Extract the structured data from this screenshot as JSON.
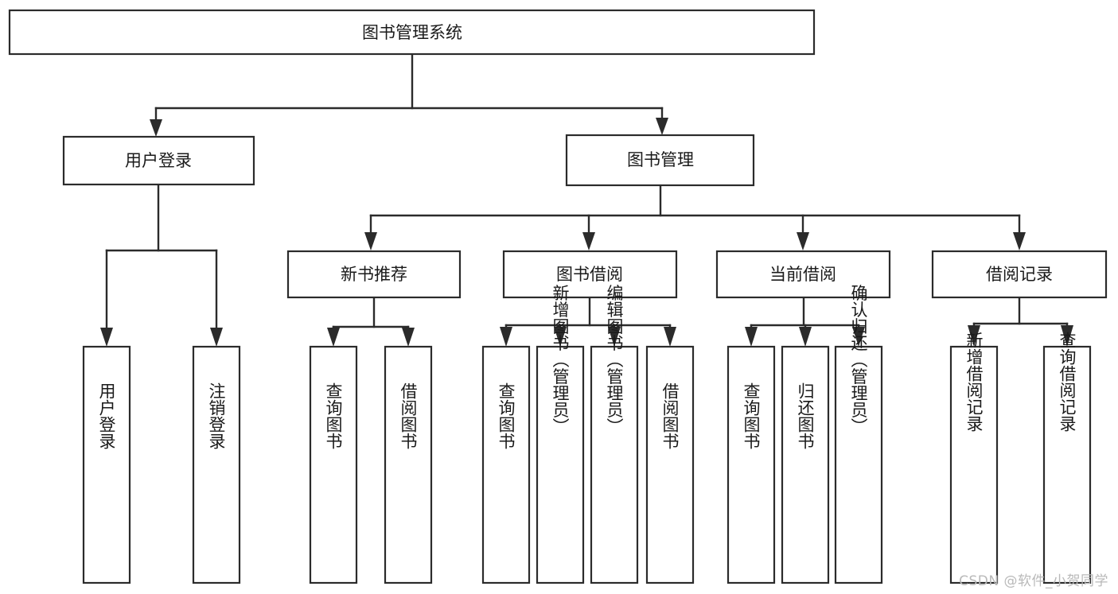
{
  "diagram": {
    "type": "hierarchy-tree",
    "title": "图书管理系统",
    "watermark": "CSDN @软件_小贺同学",
    "colors": {
      "box_stroke": "#2b2b2b",
      "box_fill": "#ffffff",
      "connector": "#2b2b2b",
      "text": "#1a1a1a",
      "watermark": "#b9b9b9",
      "background": "#ffffff"
    },
    "nodes": {
      "root": {
        "label": "图书管理系统"
      },
      "level1": [
        {
          "label": "用户登录"
        },
        {
          "label": "图书管理"
        }
      ],
      "level2": [
        {
          "label": "新书推荐"
        },
        {
          "label": "图书借阅"
        },
        {
          "label": "当前借阅"
        },
        {
          "label": "借阅记录"
        }
      ],
      "leaves_user_login": [
        {
          "label": "用户登录"
        },
        {
          "label": "注销登录"
        }
      ],
      "leaves_new_books": [
        {
          "label": "查询图书"
        },
        {
          "label": "借阅图书"
        }
      ],
      "leaves_borrow": [
        {
          "label": "查询图书"
        },
        {
          "label": "新增图书（管理员）"
        },
        {
          "label": "编辑图书（管理员）"
        },
        {
          "label": "借阅图书"
        }
      ],
      "leaves_current": [
        {
          "label": "查询图书"
        },
        {
          "label": "归还图书"
        },
        {
          "label": "确认归还（管理员）"
        }
      ],
      "leaves_records": [
        {
          "label": "新增借阅记录"
        },
        {
          "label": "查询借阅记录"
        }
      ]
    }
  }
}
